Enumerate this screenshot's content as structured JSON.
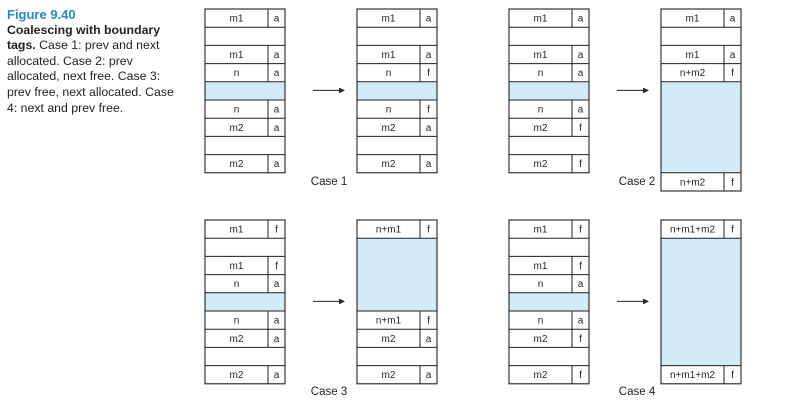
{
  "caption": {
    "figure": "Figure 9.40",
    "title": "Coalescing with boundary tags.",
    "text": " Case 1: prev and next allocated. Case 2: prev allocated, next free. Case 3: prev free, next allocated. Case 4: next and prev free."
  },
  "colors": {
    "border": "#231f20",
    "free_fill": "#d3ebf7",
    "caption_blue": "#2a88c8"
  },
  "cases": [
    {
      "label": "Case 1",
      "before": [
        {
          "size": "m1",
          "tag": "a"
        },
        {
          "empty": true
        },
        {
          "size": "m1",
          "tag": "a"
        },
        {
          "size": "n",
          "tag": "a"
        },
        {
          "shaded": true
        },
        {
          "size": "n",
          "tag": "a"
        },
        {
          "size": "m2",
          "tag": "a"
        },
        {
          "empty": true
        },
        {
          "size": "m2",
          "tag": "a"
        }
      ],
      "after": [
        {
          "size": "m1",
          "tag": "a"
        },
        {
          "empty": true
        },
        {
          "size": "m1",
          "tag": "a"
        },
        {
          "size": "n",
          "tag": "f"
        },
        {
          "shaded": true
        },
        {
          "size": "n",
          "tag": "f"
        },
        {
          "size": "m2",
          "tag": "a"
        },
        {
          "empty": true
        },
        {
          "size": "m2",
          "tag": "a"
        }
      ]
    },
    {
      "label": "Case 2",
      "before": [
        {
          "size": "m1",
          "tag": "a"
        },
        {
          "empty": true
        },
        {
          "size": "m1",
          "tag": "a"
        },
        {
          "size": "n",
          "tag": "a"
        },
        {
          "shaded": true
        },
        {
          "size": "n",
          "tag": "a"
        },
        {
          "size": "m2",
          "tag": "f"
        },
        {
          "empty": true
        },
        {
          "size": "m2",
          "tag": "f"
        }
      ],
      "after": [
        {
          "size": "m1",
          "tag": "a"
        },
        {
          "empty": true
        },
        {
          "size": "m1",
          "tag": "a"
        },
        {
          "size": "n+m2",
          "tag": "f"
        },
        {
          "shaded": true,
          "span": 5
        },
        {
          "size": "n+m2",
          "tag": "f"
        }
      ]
    },
    {
      "label": "Case 3",
      "before": [
        {
          "size": "m1",
          "tag": "f"
        },
        {
          "empty": true
        },
        {
          "size": "m1",
          "tag": "f"
        },
        {
          "size": "n",
          "tag": "a"
        },
        {
          "shaded": true
        },
        {
          "size": "n",
          "tag": "a"
        },
        {
          "size": "m2",
          "tag": "a"
        },
        {
          "empty": true
        },
        {
          "size": "m2",
          "tag": "a"
        }
      ],
      "after": [
        {
          "size": "n+m1",
          "tag": "f"
        },
        {
          "shaded": true,
          "span": 4
        },
        {
          "size": "n+m1",
          "tag": "f"
        },
        {
          "size": "m2",
          "tag": "a"
        },
        {
          "empty": true
        },
        {
          "size": "m2",
          "tag": "a"
        }
      ]
    },
    {
      "label": "Case 4",
      "before": [
        {
          "size": "m1",
          "tag": "f"
        },
        {
          "empty": true
        },
        {
          "size": "m1",
          "tag": "f"
        },
        {
          "size": "n",
          "tag": "a"
        },
        {
          "shaded": true
        },
        {
          "size": "n",
          "tag": "a"
        },
        {
          "size": "m2",
          "tag": "f"
        },
        {
          "empty": true
        },
        {
          "size": "m2",
          "tag": "f"
        }
      ],
      "after": [
        {
          "size": "n+m1+m2",
          "tag": "f"
        },
        {
          "shaded": true,
          "span": 7
        },
        {
          "size": "n+m1+m2",
          "tag": "f"
        }
      ]
    }
  ]
}
